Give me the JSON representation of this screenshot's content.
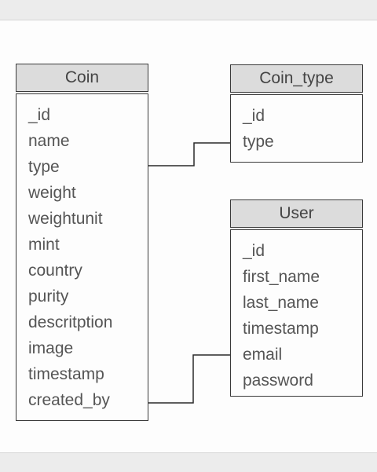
{
  "entities": {
    "coin": {
      "title": "Coin",
      "fields": [
        "_id",
        "name",
        "type",
        "weight",
        "weightunit",
        "mint",
        "country",
        "purity",
        "descritption",
        "image",
        "timestamp",
        "created_by"
      ]
    },
    "coin_type": {
      "title": "Coin_type",
      "fields": [
        "_id",
        "type"
      ]
    },
    "user": {
      "title": "User",
      "fields": [
        "_id",
        "first_name",
        "last_name",
        "timestamp",
        "email",
        "password"
      ]
    }
  },
  "relations": [
    {
      "from": "Coin.type",
      "to": "Coin_type"
    },
    {
      "from": "Coin.created_by",
      "to": "User.email"
    }
  ],
  "colors": {
    "header_fill": "#dcdcdc",
    "border": "#3a3a3a",
    "text": "#555555",
    "canvas": "#fdfdfd"
  }
}
